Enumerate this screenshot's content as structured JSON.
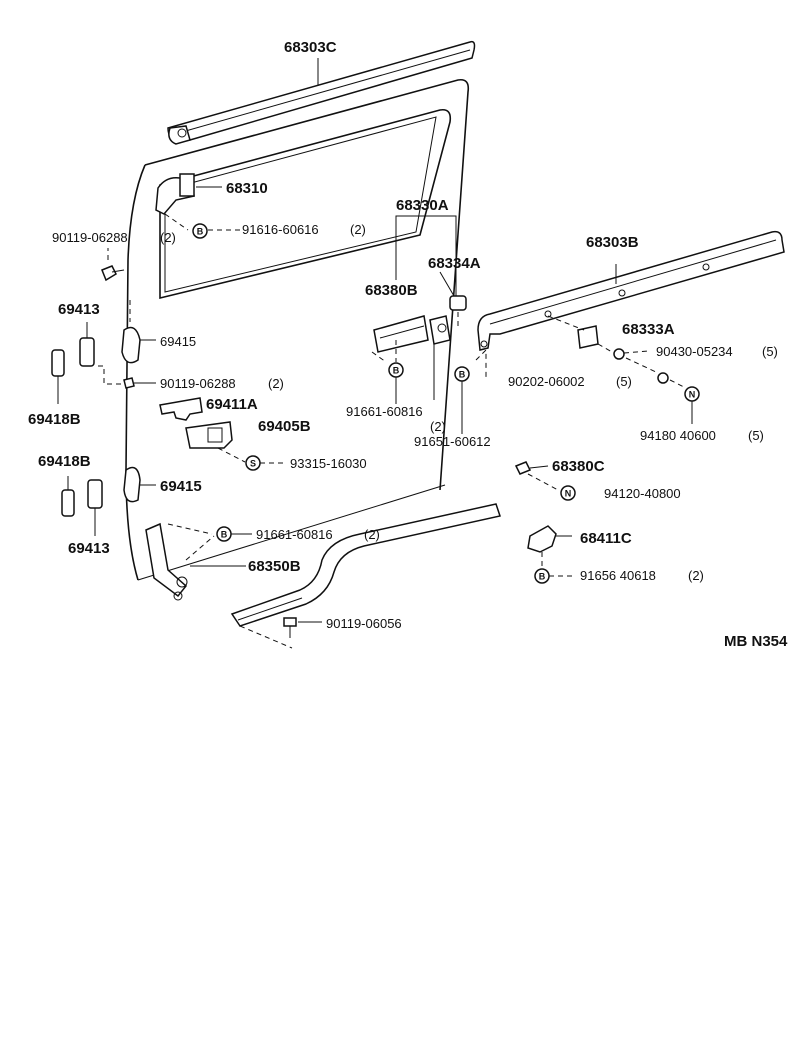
{
  "labels": {
    "p68303C": "68303C",
    "p68310": "68310",
    "p90119_06288_a": "90119-06288",
    "q2_a": "(2)",
    "p91616_60616": "91616-60616",
    "q2_b": "(2)",
    "p68330A": "68330A",
    "p68334A": "68334A",
    "p68380B": "68380B",
    "p68303B": "68303B",
    "p68333A": "68333A",
    "p90430_05234": "90430-05234",
    "q5_a": "(5)",
    "p90202_06002": "90202-06002",
    "q5_b": "(5)",
    "p69413_a": "69413",
    "p69415_a": "69415",
    "p90119_06288_b": "90119-06288",
    "q2_c": "(2)",
    "p69418B_a": "69418B",
    "p69411A": "69411A",
    "p69405B": "69405B",
    "p91661_60816_a": "91661-60816",
    "q2_d": "(2)",
    "p91651_60612": "91651-60612",
    "p94180_40600": "94180 40600",
    "q5_c": "(5)",
    "p93315_16030": "93315-16030",
    "p69418B_b": "69418B",
    "p68380C": "68380C",
    "p69415_b": "69415",
    "p94120_40800": "94120-40800",
    "p69413_b": "69413",
    "p68411C": "68411C",
    "p91661_60816_b": "91661-60816",
    "q2_e": "(2)",
    "p68350B": "68350B",
    "p91656_40618": "91656 40618",
    "q2_f": "(2)",
    "p90119_06056": "90119-06056",
    "code": "MB N354"
  },
  "symbols": {
    "bolt": "B",
    "screw": "S",
    "nut": "N"
  }
}
